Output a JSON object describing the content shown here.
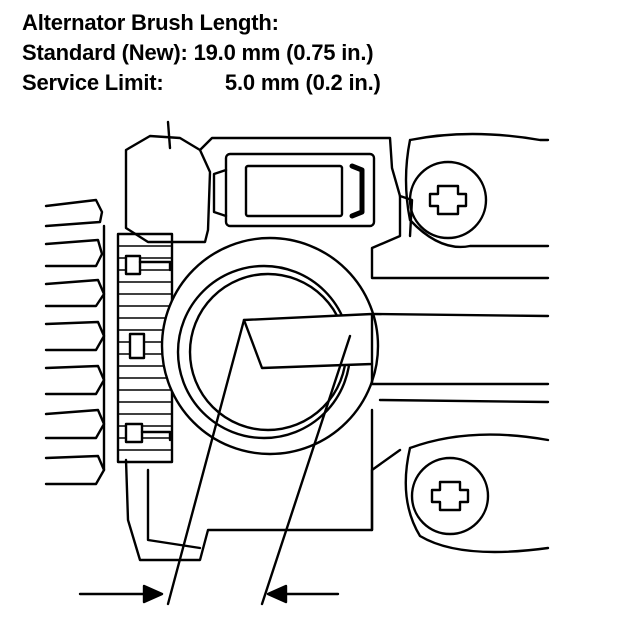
{
  "specs": {
    "title": "Alternator Brush Length:",
    "standard_label": "Standard (New):",
    "standard_value": "19.0 mm (0.75 in.)",
    "limit_label": "Service Limit:",
    "limit_value": "5.0 mm (0.2 in.)"
  },
  "colors": {
    "ink": "#000000",
    "paper": "#ffffff"
  }
}
